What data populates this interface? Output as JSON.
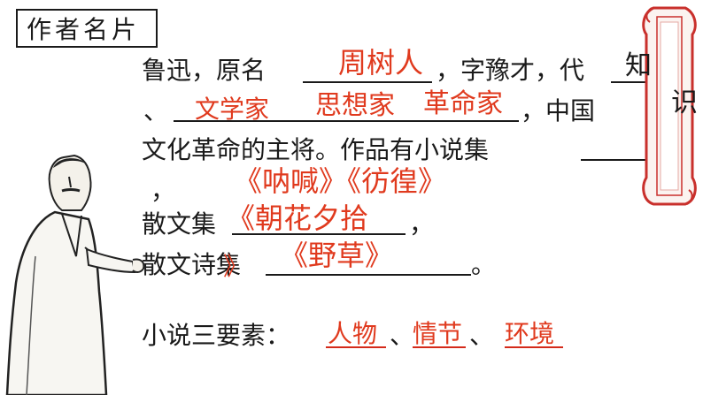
{
  "title": "作者名片",
  "lines": {
    "l1_a": "鲁迅，原名",
    "l1_b": "，字豫才，代",
    "l2_a": "、",
    "l2_b": "，中国",
    "l3": "文化革命的主将。作品有小说集",
    "l4": "，",
    "l5_a": "散文集",
    "l5_b": "，",
    "l6_a": "散文诗集",
    "l6_b": "。",
    "l7": "小说三要素："
  },
  "answers": {
    "real_name": "周树人",
    "role1": "文学家",
    "role2": "思想家",
    "role3": "革命家",
    "novels": "《呐喊》《彷徨》",
    "essays": "《朝花夕拾",
    "essays_end": "》",
    "prose_poems": "《野草》",
    "element1": "人物",
    "element2": "情节",
    "element3": "环境",
    "sep1": "、",
    "sep2": "、"
  },
  "scroll": {
    "char1": "知",
    "char2": "识"
  },
  "colors": {
    "answer": "#e03a1e",
    "text": "#1a1a1a",
    "scroll_frame": "#c9302c"
  },
  "figure": {
    "icon": "lu-xun-portrait"
  }
}
